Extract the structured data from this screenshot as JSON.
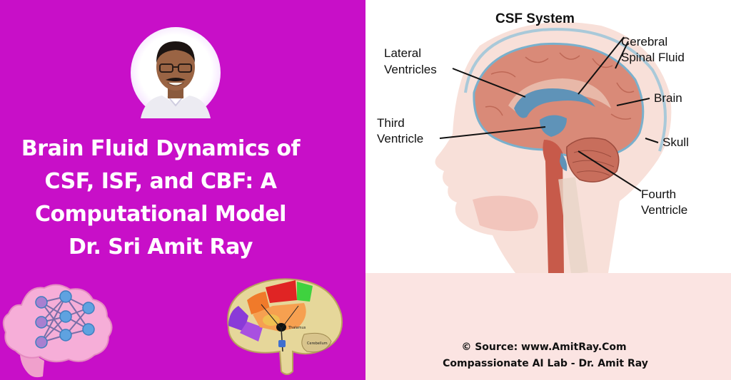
{
  "title_lines": [
    "Brain Fluid Dynamics of",
    "CSF, ISF, and CBF: A",
    "Computational Model",
    "Dr. Sri Amit Ray"
  ],
  "diagram": {
    "title": "CSF System",
    "labels": {
      "lateral_1": "Lateral",
      "lateral_2": "Ventricles",
      "csf_1": "Cerebral",
      "csf_2": "Spinal Fluid",
      "brain": "Brain",
      "third_1": "Third",
      "third_2": "Ventricle",
      "skull": "Skull",
      "fourth_1": "Fourth",
      "fourth_2": "Ventricle"
    }
  },
  "brain_map_labels": {
    "thalamus": "Thalamus",
    "cerebellum": "Cerebellum"
  },
  "credit": {
    "source": "© Source: www.AmitRay.Com",
    "lab": "Compassionate  AI Lab - Dr. Amit Ray"
  },
  "colors": {
    "left_background": "#c80fc8",
    "credit_background": "#fbe4e2",
    "csf_blue": "#5f93b8",
    "brain_tissue": "#d98a78"
  }
}
